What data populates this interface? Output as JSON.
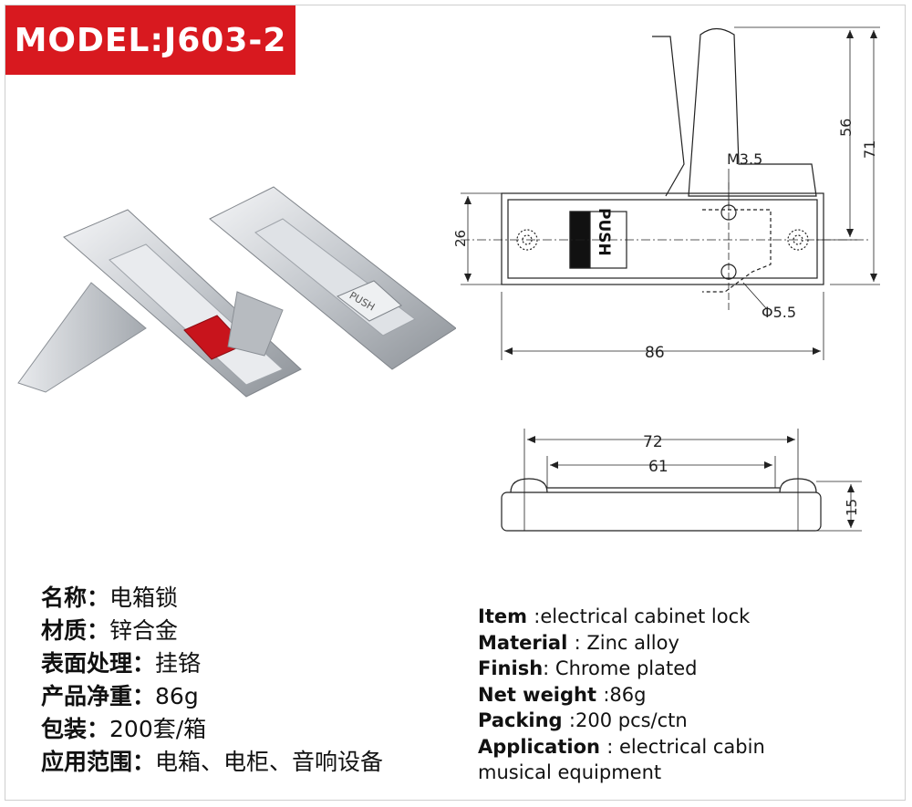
{
  "model": {
    "label": "MODEL:J603-2"
  },
  "dimensions": {
    "top_view": {
      "d56": "56",
      "d71": "71",
      "d26": "26",
      "d86": "86",
      "m35": "M3.5",
      "phi55": "Φ5.5",
      "push": "PUSH"
    },
    "side_view": {
      "d72": "72",
      "d61": "61",
      "d15": "15"
    }
  },
  "photo": {
    "push_stamp": "PUSH"
  },
  "specs_cn": [
    {
      "key": "名称：",
      "value": "电箱锁"
    },
    {
      "key": "材质：",
      "value": "锌合金"
    },
    {
      "key": "表面处理：",
      "value": "挂铬"
    },
    {
      "key": "产品净重：",
      "value": "86g"
    },
    {
      "key": "包装：",
      "value": "200套/箱"
    },
    {
      "key": "应用范围：",
      "value": "电箱、电柜、音响设备"
    }
  ],
  "specs_en": [
    {
      "key": "Item ",
      "value": ":electrical cabinet lock"
    },
    {
      "key": "Material ",
      "value": ": Zinc alloy"
    },
    {
      "key": "Finish",
      "value": ": Chrome plated"
    },
    {
      "key": "Net weight ",
      "value": ":86g"
    },
    {
      "key": "Packing ",
      "value": ":200  pcs/ctn"
    },
    {
      "key": "Application ",
      "value": ": electrical cabin"
    },
    {
      "key": "",
      "value": "musical equipment"
    }
  ],
  "colors": {
    "banner": "#d8191f",
    "red_button": "#c8141c",
    "chrome": "#c9ccd1",
    "line": "#222222"
  }
}
